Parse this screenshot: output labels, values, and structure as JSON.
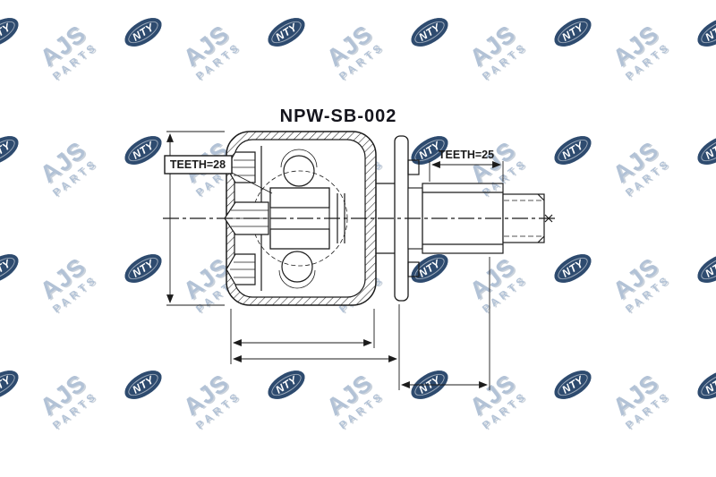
{
  "page": {
    "background_color": "#ffffff"
  },
  "drawing": {
    "part_number": "NPW-SB-002",
    "teeth_left_label": "TEETH=28",
    "teeth_right_label": "TEETH=25",
    "line_color": "#1b1b1b",
    "title_color": "#14141c"
  },
  "watermark": {
    "brand_line1": "AJS",
    "brand_line2": "PARTS",
    "logo_text": "NTY",
    "text_color": "#9fb3cc",
    "logo_color": "#1d3c63"
  }
}
